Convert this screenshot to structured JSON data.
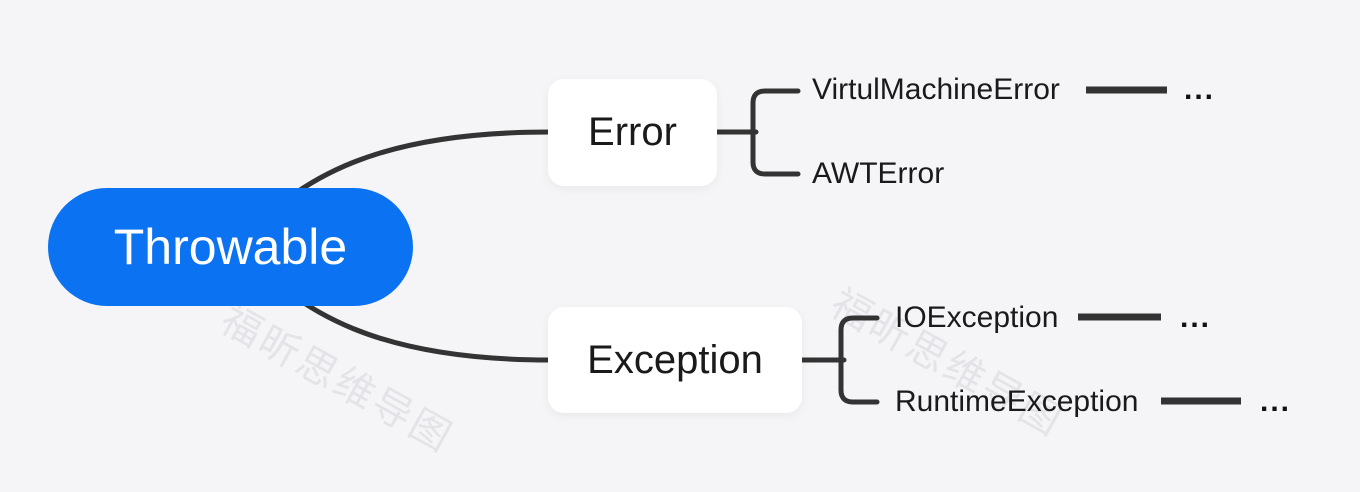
{
  "canvas": {
    "app_watermark": "福昕思维导图"
  },
  "root": {
    "label": "Throwable"
  },
  "branches": [
    {
      "label": "Error",
      "children": [
        {
          "label": "VirtulMachineError",
          "more": "..."
        },
        {
          "label": "AWTError"
        }
      ]
    },
    {
      "label": "Exception",
      "children": [
        {
          "label": "IOException",
          "more": "..."
        },
        {
          "label": "RuntimeException",
          "more": "..."
        }
      ]
    }
  ],
  "colors": {
    "background": "#f5f5f7",
    "root_fill": "#0b73f2",
    "root_text": "#ffffff",
    "branch_fill": "#ffffff",
    "topic_text": "#1a1a1a",
    "connector": "#333333",
    "watermark": "rgba(110,110,125,0.12)"
  }
}
